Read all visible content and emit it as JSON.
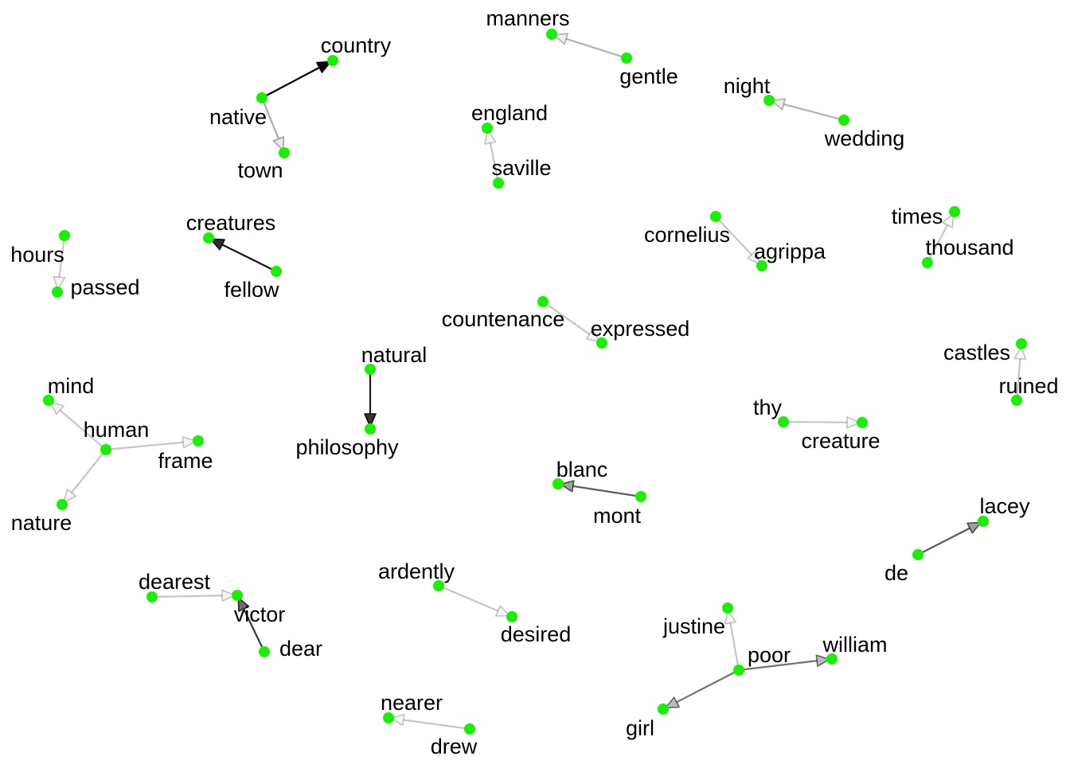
{
  "diagram": {
    "node_color": "#19f000",
    "nodes": [
      {
        "id": "country",
        "label": "country"
      },
      {
        "id": "native",
        "label": "native"
      },
      {
        "id": "town",
        "label": "town"
      },
      {
        "id": "manners",
        "label": "manners"
      },
      {
        "id": "gentle",
        "label": "gentle"
      },
      {
        "id": "night",
        "label": "night"
      },
      {
        "id": "wedding",
        "label": "wedding"
      },
      {
        "id": "england",
        "label": "england"
      },
      {
        "id": "saville",
        "label": "saville"
      },
      {
        "id": "creatures",
        "label": "creatures"
      },
      {
        "id": "fellow",
        "label": "fellow"
      },
      {
        "id": "hours",
        "label": "hours"
      },
      {
        "id": "passed",
        "label": "passed"
      },
      {
        "id": "cornelius",
        "label": "cornelius"
      },
      {
        "id": "agrippa",
        "label": "agrippa"
      },
      {
        "id": "times",
        "label": "times"
      },
      {
        "id": "thousand",
        "label": "thousand"
      },
      {
        "id": "countenance",
        "label": "countenance"
      },
      {
        "id": "expressed",
        "label": "expressed"
      },
      {
        "id": "castles",
        "label": "castles"
      },
      {
        "id": "ruined",
        "label": "ruined"
      },
      {
        "id": "natural",
        "label": "natural"
      },
      {
        "id": "philosophy",
        "label": "philosophy"
      },
      {
        "id": "mind",
        "label": "mind"
      },
      {
        "id": "human",
        "label": "human"
      },
      {
        "id": "frame",
        "label": "frame"
      },
      {
        "id": "nature",
        "label": "nature"
      },
      {
        "id": "thy",
        "label": "thy"
      },
      {
        "id": "creature",
        "label": "creature"
      },
      {
        "id": "blanc",
        "label": "blanc"
      },
      {
        "id": "mont",
        "label": "mont"
      },
      {
        "id": "lacey",
        "label": "lacey"
      },
      {
        "id": "de",
        "label": "de"
      },
      {
        "id": "dearest",
        "label": "dearest"
      },
      {
        "id": "victor",
        "label": "victor"
      },
      {
        "id": "dear",
        "label": "dear"
      },
      {
        "id": "ardently",
        "label": "ardently"
      },
      {
        "id": "desired",
        "label": "desired"
      },
      {
        "id": "justine",
        "label": "justine"
      },
      {
        "id": "poor",
        "label": "poor"
      },
      {
        "id": "william",
        "label": "william"
      },
      {
        "id": "girl",
        "label": "girl"
      },
      {
        "id": "nearer",
        "label": "nearer"
      },
      {
        "id": "drew",
        "label": "drew"
      }
    ],
    "edges": [
      {
        "from": "native",
        "to": "country",
        "strength": 1.0
      },
      {
        "from": "native",
        "to": "town",
        "strength": 0.25
      },
      {
        "from": "gentle",
        "to": "manners",
        "strength": 0.22
      },
      {
        "from": "wedding",
        "to": "night",
        "strength": 0.22
      },
      {
        "from": "saville",
        "to": "england",
        "strength": 0.14
      },
      {
        "from": "fellow",
        "to": "creatures",
        "strength": 0.9
      },
      {
        "from": "hours",
        "to": "passed",
        "strength": 0.14
      },
      {
        "from": "cornelius",
        "to": "agrippa",
        "strength": 0.14
      },
      {
        "from": "thousand",
        "to": "times",
        "strength": 0.14
      },
      {
        "from": "countenance",
        "to": "expressed",
        "strength": 0.14
      },
      {
        "from": "ruined",
        "to": "castles",
        "strength": 0.14
      },
      {
        "from": "natural",
        "to": "philosophy",
        "strength": 0.88
      },
      {
        "from": "human",
        "to": "mind",
        "strength": 0.14
      },
      {
        "from": "human",
        "to": "frame",
        "strength": 0.14
      },
      {
        "from": "human",
        "to": "nature",
        "strength": 0.14
      },
      {
        "from": "thy",
        "to": "creature",
        "strength": 0.14
      },
      {
        "from": "mont",
        "to": "blanc",
        "strength": 0.6
      },
      {
        "from": "de",
        "to": "lacey",
        "strength": 0.6
      },
      {
        "from": "dearest",
        "to": "victor",
        "strength": 0.14
      },
      {
        "from": "dear",
        "to": "victor",
        "strength": 0.75
      },
      {
        "from": "ardently",
        "to": "desired",
        "strength": 0.14
      },
      {
        "from": "poor",
        "to": "justine",
        "strength": 0.14
      },
      {
        "from": "poor",
        "to": "william",
        "strength": 0.5
      },
      {
        "from": "poor",
        "to": "girl",
        "strength": 0.5
      },
      {
        "from": "drew",
        "to": "nearer",
        "strength": 0.14
      }
    ]
  }
}
